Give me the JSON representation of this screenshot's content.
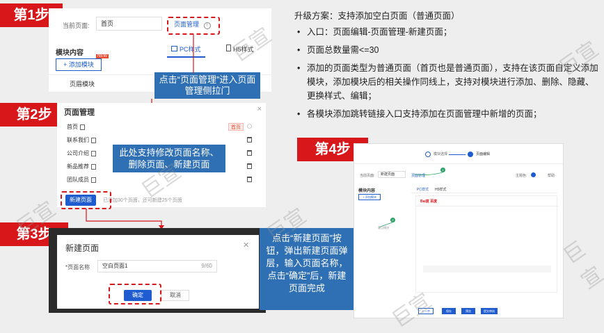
{
  "steps": {
    "s1": "第1步",
    "s2": "第2步",
    "s3": "第3步",
    "s4": "第4步"
  },
  "step1": {
    "current_page_label": "当前页面:",
    "current_page_value": "首页",
    "page_manage_link": "页面管理",
    "module_content": "模块内容",
    "add_module": "+ 添加模块",
    "new_badge": "NEW",
    "tab_pc": "PC样式",
    "tab_h5": "H5样式",
    "header_module": "页眉模块"
  },
  "callouts": {
    "c1": "点击“页面管理”进入页面管理侧拉门",
    "c2": "此处支持修改页面名称、删除页面、新建页面",
    "c3": "点击“新建页面”按钮，弹出新建页面弹层，输入页面名称，点击“确定”后，新建页面完成"
  },
  "step2": {
    "title": "页面管理",
    "rows": [
      "首页",
      "联系我们",
      "公司介绍",
      "新品推荐",
      "团队成员"
    ],
    "home_tag": "首页",
    "new_page_btn": "新建页面",
    "hint": "已添加30个页面，还可新建25个页面"
  },
  "step3": {
    "title": "新建页面",
    "name_label": "*页面名称",
    "name_value": "空白页面1",
    "counter": "9/60",
    "confirm": "确定",
    "cancel": "取消"
  },
  "plan": {
    "heading": "升级方案：支持添加空白页面（普通页面）",
    "items": [
      "入口：页面编辑-页面管理-新建页面；",
      "页面总数量需<=30",
      "添加的页面类型为普通页面（首页也是普通页面），支持在该页面自定义添加模块，添加模块后的相关操作同线上，支持对模块进行添加、删除、隐藏、更换样式、编辑；",
      "各模块添加跳转链接入口支持添加在页面管理中新增的页面；"
    ]
  },
  "step4": {
    "progress_1": "模块选择",
    "progress_2": "页面编辑",
    "current_page": "当前页面:",
    "page_value": "新建页面",
    "manage": "页面管理",
    "module_content": "模块内容",
    "add_module": "+ 添加模块",
    "tab_pc": "PC样式",
    "tab_h5": "H5样式",
    "theme_color": "主题色:",
    "help": "帮助",
    "logo": "Bai度 百度",
    "marker_1": "1",
    "marker_2": "2",
    "add_module_hint": "看见模块",
    "footer_buttons": [
      "上一步",
      "保存",
      "预览",
      "提交审核"
    ]
  },
  "watermark": "巨宣"
}
